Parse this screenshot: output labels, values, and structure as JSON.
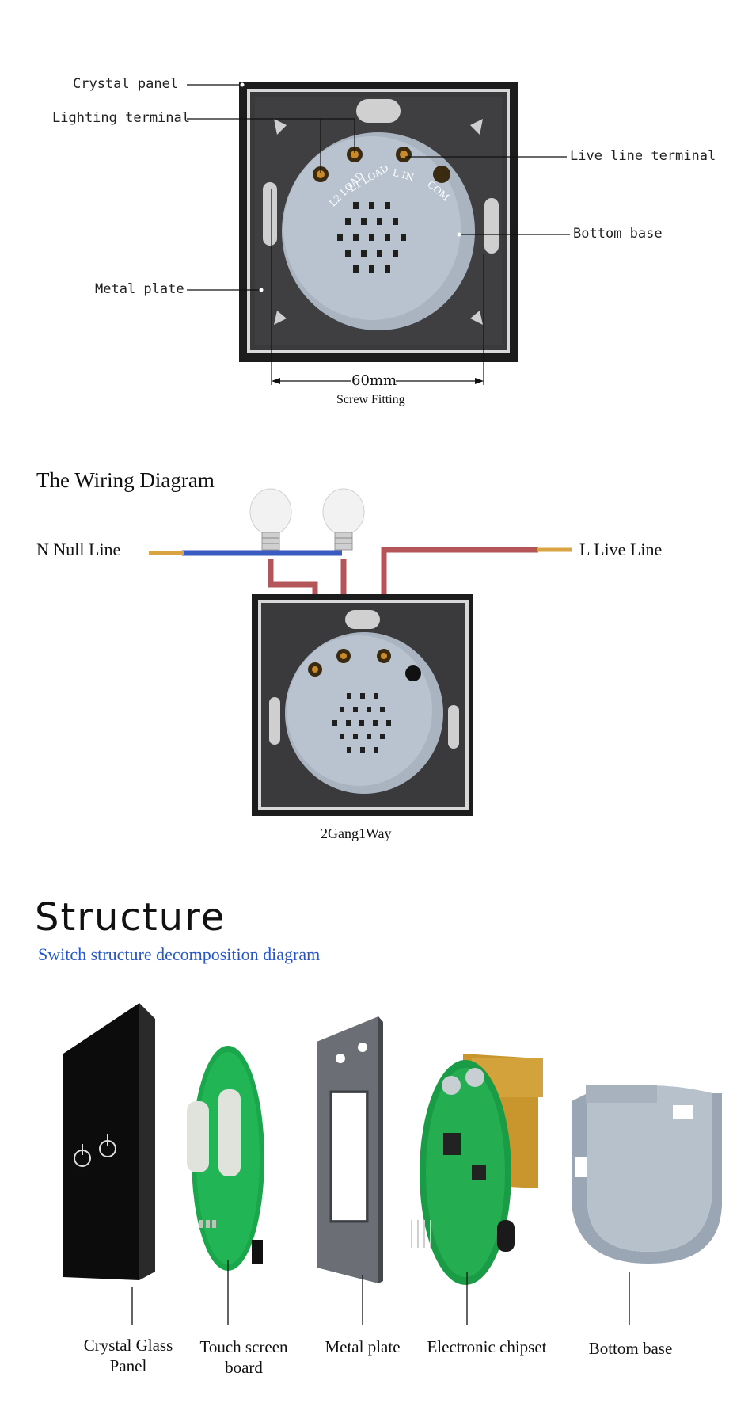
{
  "top_diagram": {
    "labels": {
      "crystal_panel": "Crystal panel",
      "lighting_terminal": "Lighting terminal",
      "live_line_terminal": "Live line terminal",
      "bottom_base": "Bottom base",
      "metal_plate": "Metal plate"
    },
    "terminal_text": [
      "L2 LOAD",
      "L1 LOAD",
      "L IN",
      "COM"
    ],
    "dimension": "60mm",
    "dimension_caption": "Screw Fitting"
  },
  "wiring": {
    "title": "The Wiring Diagram",
    "null_line": "N Null Line",
    "live_line": "L Live Line",
    "caption": "2Gang1Way",
    "colors": {
      "neutral": "#3a5bbf",
      "live": "#b4555a",
      "copper": "#d9a441"
    }
  },
  "structure": {
    "title": "Structure",
    "subtitle": "Switch structure decomposition diagram",
    "subtitle_color": "#2656c9",
    "parts": [
      "Crystal Glass Panel",
      "Touch screen board",
      "Metal plate",
      "Electronic chipset",
      "Bottom base"
    ]
  }
}
